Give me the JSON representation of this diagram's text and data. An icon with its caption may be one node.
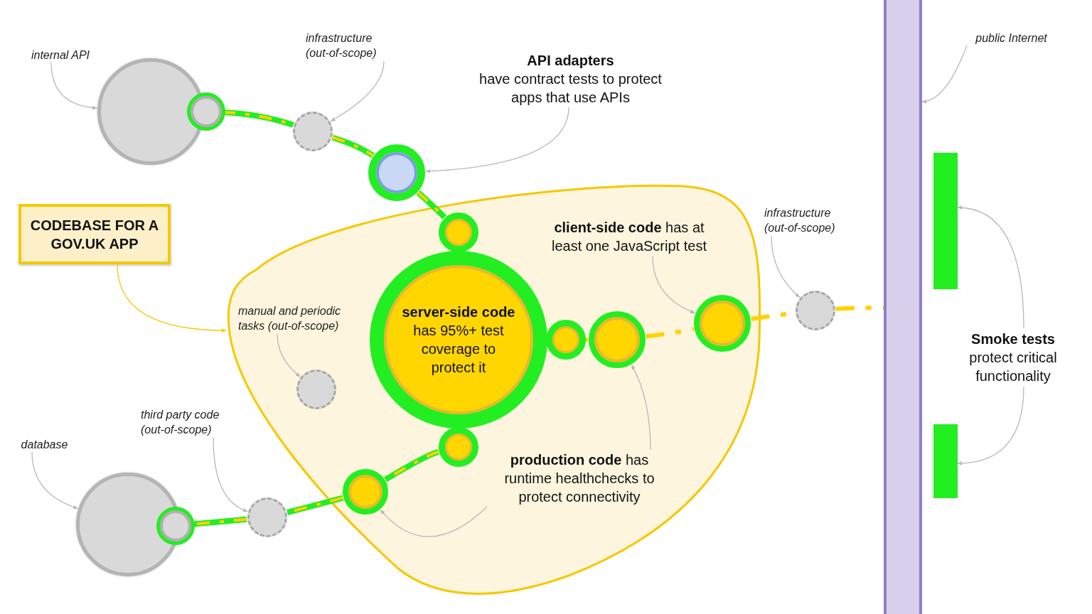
{
  "diagram": {
    "nodes": [
      {
        "text": [
          "internal API"
        ]
      },
      {
        "text": [],
        "shape": "circle"
      },
      {
        "text": [],
        "shape": "circle"
      },
      {
        "text": [
          "infrastructure (out-of-scope)"
        ]
      },
      {
        "text": [],
        "shape": "circle"
      },
      {
        "text": [
          "API adapters",
          "have contract tests to protect apps that use APIs"
        ]
      },
      {
        "text": [],
        "shape": "circle"
      },
      {
        "text": [
          "public Internet"
        ]
      },
      {
        "text": [],
        "shape": "bar"
      },
      {
        "text": [
          "CODEBASE FOR A GOV.UK APP"
        ]
      },
      {
        "text": [],
        "shape": "cloud"
      },
      {
        "text": [
          "manual and periodic tasks (out-of-scope)"
        ],
        "in": 10
      },
      {
        "text": [],
        "shape": "circle",
        "in": 10
      },
      {
        "text": [
          "**server-side code** has 95%+ test coverage to protect it"
        ],
        "in": 10
      },
      {
        "text": [
          "**client-side code** has at least one JavaScript test"
        ],
        "in": 10
      },
      {
        "text": [],
        "shape": "circle",
        "in": 10
      },
      {
        "text": [],
        "shape": "circle",
        "in": 10
      },
      {
        "text": [
          "infrastructure (out-of-scope)"
        ]
      },
      {
        "text": [],
        "shape": "circle"
      },
      {
        "text": [],
        "shape": "bar"
      },
      {
        "text": [
          "Smoke tests",
          "protect critical functionality"
        ]
      },
      {
        "text": [],
        "shape": "bar"
      },
      {
        "text": [
          "third party code (out-of-scope)"
        ]
      },
      {
        "text": [
          "database"
        ]
      },
      {
        "text": [
          "**production code** has runtime healthchecks to protect connectivity"
        ],
        "in": 10
      },
      {
        "text": [],
        "shape": "circle",
        "in": 10
      },
      {
        "text": [],
        "shape": "circle"
      },
      {
        "text": [],
        "shape": "circle"
      },
      {
        "text": [],
        "shape": "circle"
      },
      {
        "text": [],
        "shape": "circle",
        "in": 10
      },
      {
        "text": [],
        "shape": "circle",
        "in": 10
      },
      {
        "text": [],
        "shape": "circle",
        "in": 10
      }
    ],
    "edges": [
      {
        "from": 2,
        "to": 4,
        "arrow": "none",
        "style": "thick",
        "color": "#22ee22"
      },
      {
        "from": 4,
        "to": 6,
        "arrow": "none",
        "style": "thick",
        "color": "#22ee22"
      },
      {
        "from": 6,
        "to": 29,
        "arrow": "none",
        "style": "thick",
        "color": "#22ee22"
      },
      {
        "from": 30,
        "to": 15,
        "arrow": "none",
        "style": "dashed",
        "color": "#ffd200"
      },
      {
        "from": 15,
        "to": 16,
        "arrow": "none",
        "style": "dashed",
        "color": "#ffd200"
      },
      {
        "from": 16,
        "to": 18,
        "arrow": "none",
        "style": "dashed",
        "color": "#ffd200"
      },
      {
        "from": 18,
        "to": 8,
        "arrow": "none",
        "style": "dashed",
        "color": "#ffd200"
      },
      {
        "from": 31,
        "to": 25,
        "arrow": "none",
        "style": "thick",
        "color": "#22ee22"
      },
      {
        "from": 25,
        "to": 26,
        "arrow": "none",
        "style": "thick",
        "color": "#22ee22"
      },
      {
        "from": 26,
        "to": 28,
        "arrow": "none",
        "style": "thick",
        "color": "#22ee22"
      },
      {
        "from": 0,
        "to": 1,
        "arrow": "to"
      },
      {
        "from": 3,
        "to": 4,
        "arrow": "to"
      },
      {
        "from": 5,
        "to": 6,
        "arrow": "to"
      },
      {
        "from": 9,
        "to": 10,
        "arrow": "to",
        "color": "#f5c800"
      },
      {
        "from": 11,
        "to": 12,
        "arrow": "to"
      },
      {
        "from": 14,
        "to": 16,
        "arrow": "to"
      },
      {
        "from": 17,
        "to": 18,
        "arrow": "to"
      },
      {
        "from": 7,
        "to": 8,
        "arrow": "to"
      },
      {
        "from": 20,
        "to": 19,
        "arrow": "to"
      },
      {
        "from": 20,
        "to": 21,
        "arrow": "to"
      },
      {
        "from": 22,
        "to": 26,
        "arrow": "to"
      },
      {
        "from": 23,
        "to": 27,
        "arrow": "to"
      },
      {
        "from": 24,
        "to": 15,
        "arrow": "to"
      },
      {
        "from": 24,
        "to": 25,
        "arrow": "to"
      }
    ]
  }
}
